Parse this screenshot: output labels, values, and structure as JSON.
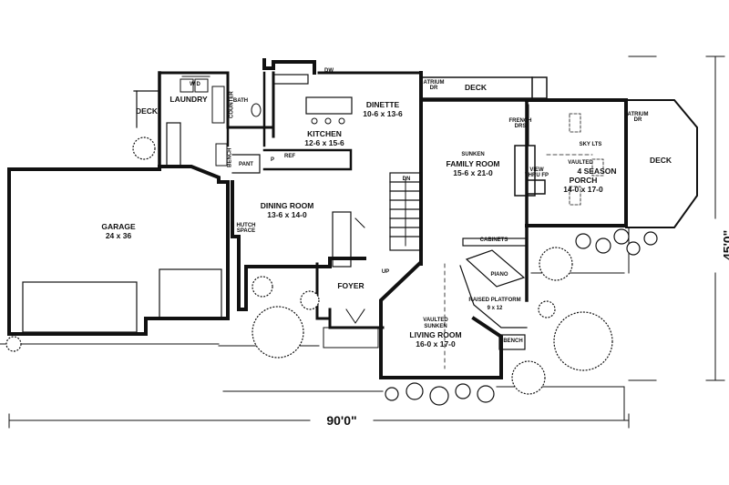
{
  "plan": {
    "overall_width": "90'0\"",
    "overall_depth": "45'0\"",
    "rooms": {
      "laundry": "LAUNDRY",
      "deck_left": "DECK",
      "deck_top": "DECK",
      "deck_right": "DECK",
      "bath": "BATH",
      "counter": "COUNTER",
      "wd": "W  D",
      "kitchen": "KITCHEN",
      "kitchen_dim": "12-6 x 15-6",
      "dw": "DW",
      "ref": "REF",
      "pant": "PANT",
      "p": "P",
      "bench_top": "BENCH",
      "dinette": "DINETTE",
      "dinette_dim": "10-6 x 13-6",
      "atrium_dr_1": "ATRIUM\nDR",
      "atrium_dr_2": "ATRIUM\nDR",
      "french_drs": "FRENCH\nDRS",
      "sky_lts": "SKY LTS",
      "porch_vaulted": "VAULTED",
      "porch_name": "4 SEASON",
      "porch_name2": "PORCH",
      "porch_dim": "14-0 x 17-0",
      "family_sunken": "SUNKEN",
      "family_name": "FAMILY ROOM",
      "family_dim": "15-6 x 21-0",
      "view_thru_fp": "VIEW\nTHRU FP",
      "dn": "DN",
      "up": "UP",
      "garage": "GARAGE",
      "garage_dim": "24 x 36",
      "dining": "DINING ROOM",
      "dining_dim": "13-6 x 14-0",
      "hutch": "HUTCH\nSPACE",
      "foyer": "FOYER",
      "cabinets": "CABINETS",
      "piano": "PIANO",
      "raised": "RAISED PLATFORM",
      "raised_dim": "9 x 12",
      "living_vaulted": "VAULTED",
      "living_sunken": "SUNKEN",
      "living": "LIVING ROOM",
      "living_dim": "16-0 x 17-0",
      "bench_bottom": "BENCH"
    }
  }
}
